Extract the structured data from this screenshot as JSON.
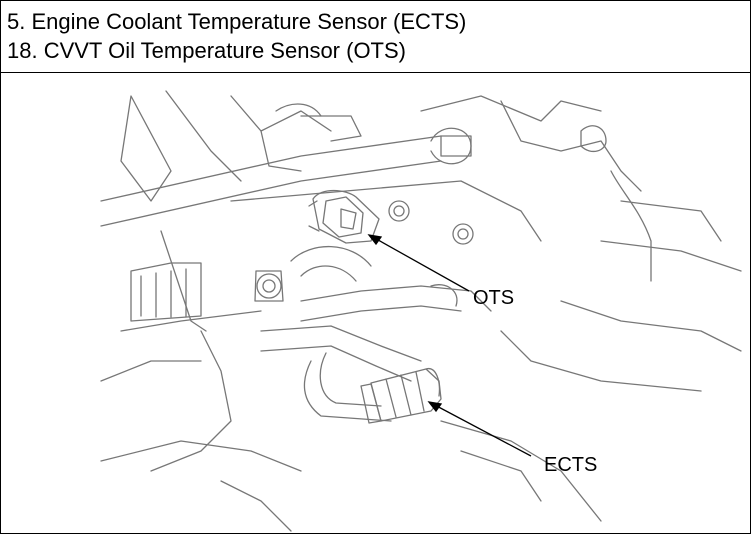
{
  "header": {
    "line1": "5. Engine Coolant Temperature Sensor (ECTS)",
    "line2": "18. CVVT Oil Temperature Sensor (OTS)"
  },
  "callouts": {
    "ots": "OTS",
    "ects": "ECTS"
  },
  "colors": {
    "line": "#777777",
    "border": "#000000",
    "label": "#000000"
  }
}
